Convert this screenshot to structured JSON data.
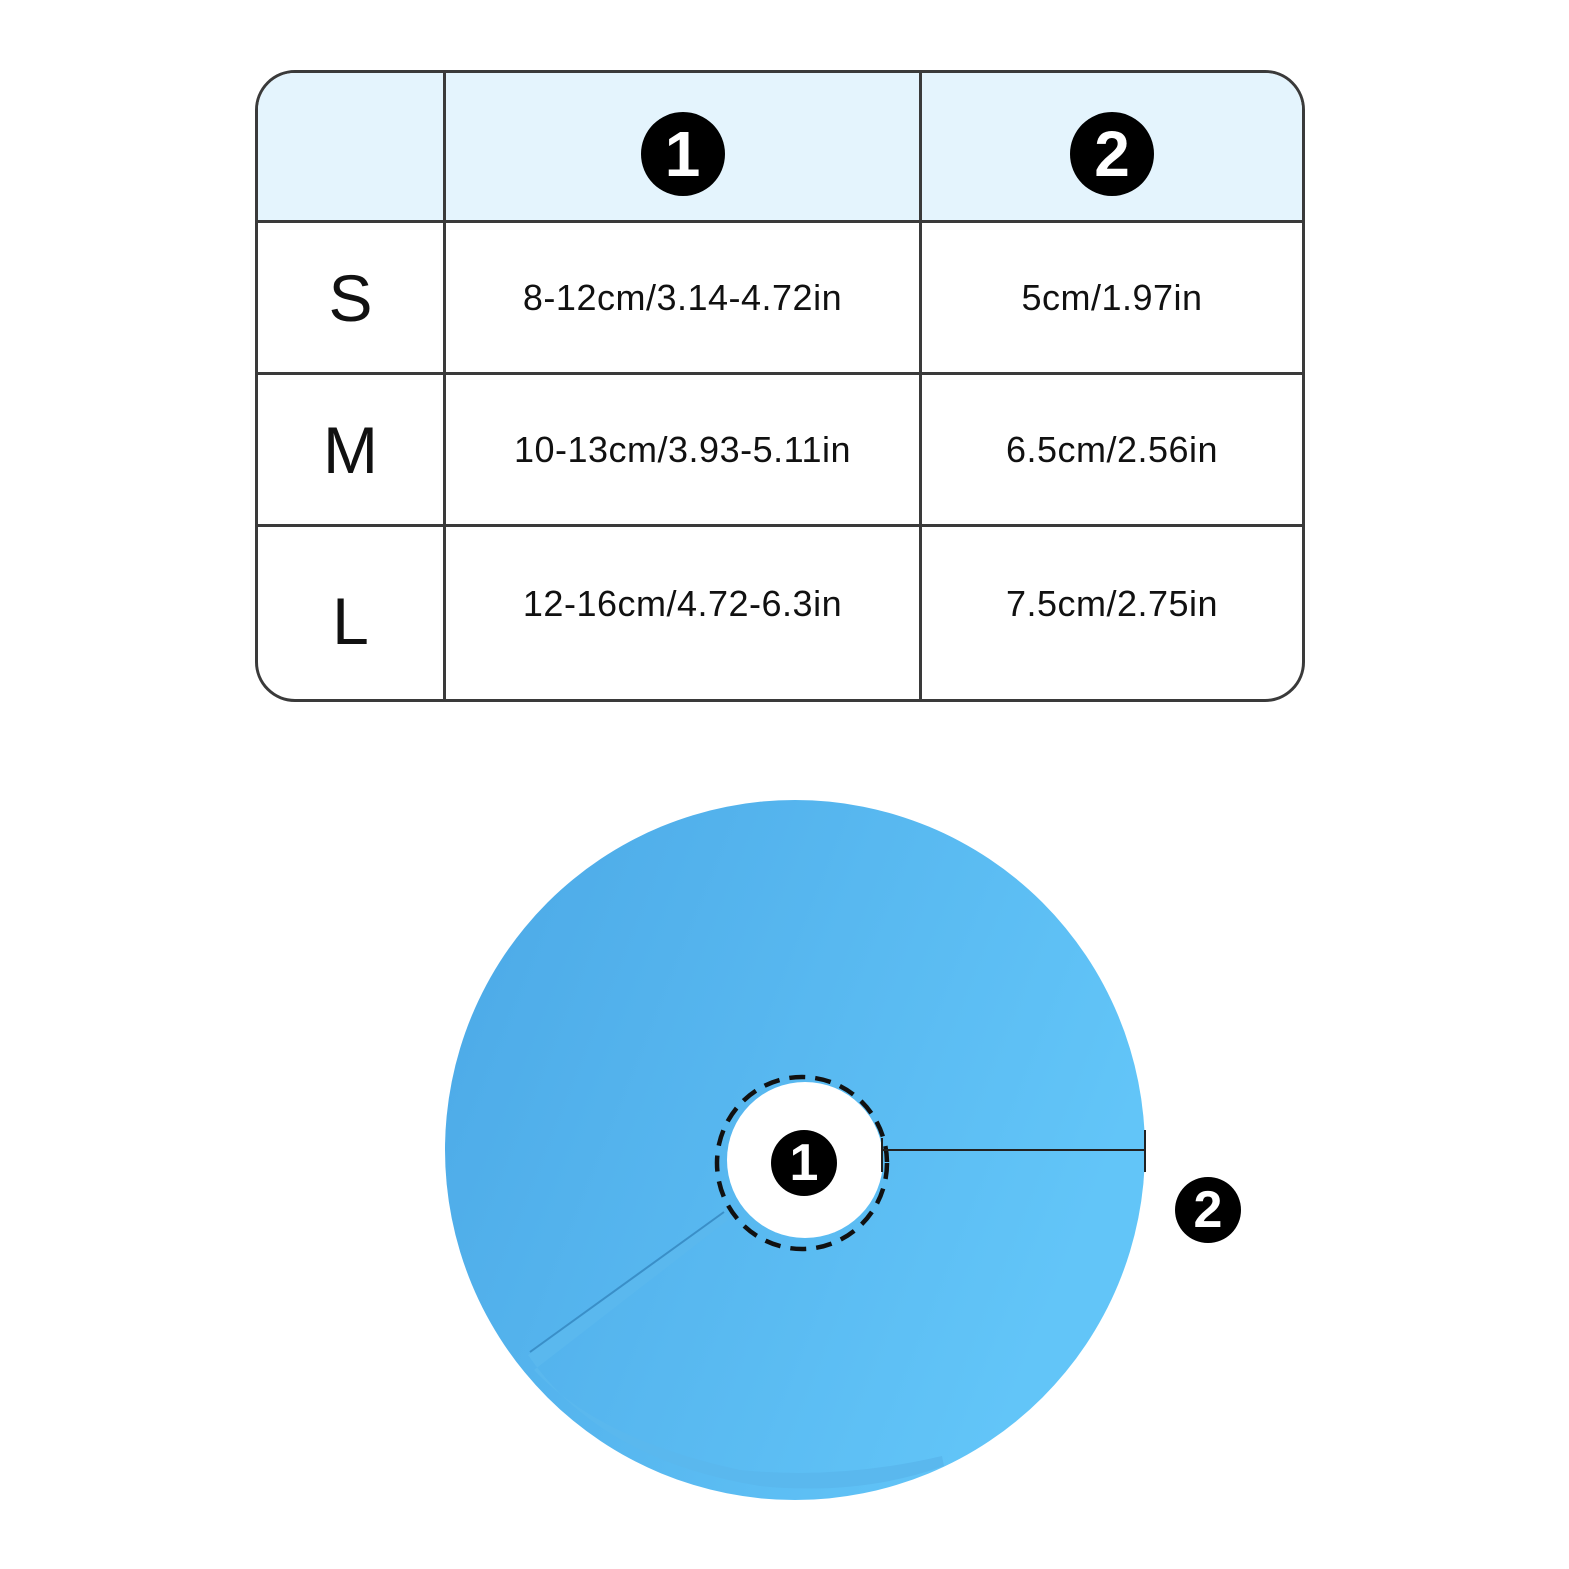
{
  "table": {
    "header": {
      "col1_marker": "1",
      "col2_marker": "2"
    },
    "rows": [
      {
        "size": "S",
        "col1": "8-12cm/3.14-4.72in",
        "col2": "5cm/1.97in"
      },
      {
        "size": "M",
        "col1": "10-13cm/3.93-5.11in",
        "col2": "6.5cm/2.56in"
      },
      {
        "size": "L",
        "col1": "12-16cm/4.72-6.3in",
        "col2": "7.5cm/2.75in"
      }
    ]
  },
  "diagram": {
    "inner_marker": "1",
    "outer_marker": "2",
    "collar_color": "#5bbcf2"
  }
}
